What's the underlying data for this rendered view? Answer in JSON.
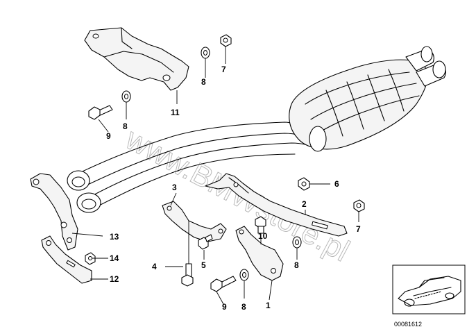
{
  "watermark": "www.BMWstore.pl",
  "callouts": {
    "p1": "1",
    "p2": "2",
    "p3": "3",
    "p4": "4",
    "p5": "5",
    "p6": "6",
    "p7_top": "7",
    "p7_right": "7",
    "p8_top": "8",
    "p8_mid": "8",
    "p8_bottom": "8",
    "p8_right": "8",
    "p9_top": "9",
    "p9_bottom": "9",
    "p10": "10",
    "p11": "11",
    "p12": "12",
    "p13": "13",
    "p14": "14"
  },
  "thumbnail": {
    "image_id": "00081612"
  }
}
